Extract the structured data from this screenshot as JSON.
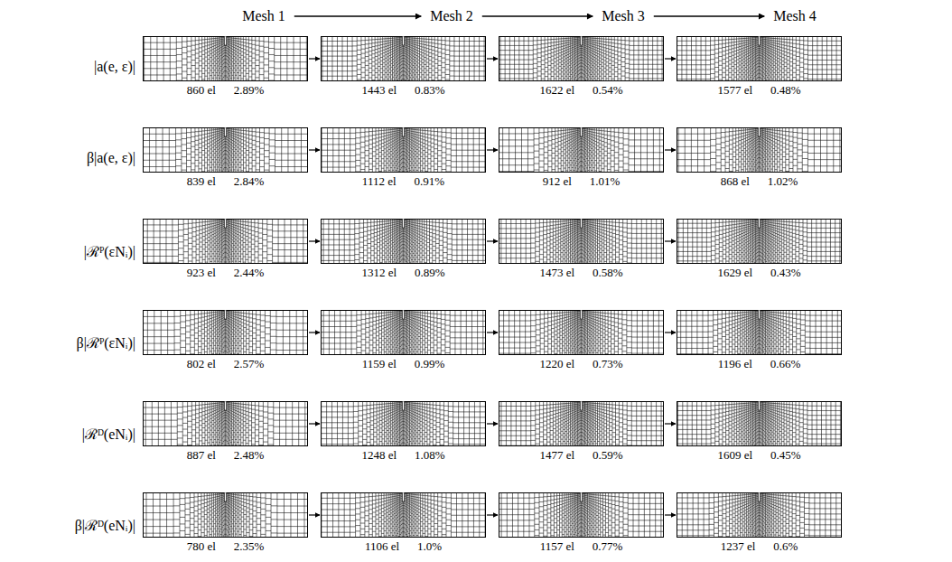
{
  "diagram": {
    "nodes": [
      {
        "text": [
          "860 el",
          "2.89%"
        ]
      },
      {
        "text": [
          "1443 el",
          "0.83%"
        ]
      },
      {
        "text": [
          "1622 el",
          "0.54%"
        ]
      },
      {
        "text": [
          "1577 el",
          "0.48%"
        ]
      },
      {
        "text": [
          "839 el",
          "2.84%"
        ]
      },
      {
        "text": [
          "1112 el",
          "0.91%"
        ]
      },
      {
        "text": [
          "912 el",
          "1.01%"
        ]
      },
      {
        "text": [
          "868 el",
          "1.02%"
        ]
      },
      {
        "text": [
          "923 el",
          "2.44%"
        ]
      },
      {
        "text": [
          "1312 el",
          "0.89%"
        ]
      },
      {
        "text": [
          "1473 el",
          "0.58%"
        ]
      },
      {
        "text": [
          "1629 el",
          "0.43%"
        ]
      },
      {
        "text": [
          "802 el",
          "2.57%"
        ]
      },
      {
        "text": [
          "1159 el",
          "0.99%"
        ]
      },
      {
        "text": [
          "1220 el",
          "0.73%"
        ]
      },
      {
        "text": [
          "1196 el",
          "0.66%"
        ]
      },
      {
        "text": [
          "887 el",
          "2.48%"
        ]
      },
      {
        "text": [
          "1248 el",
          "1.08%"
        ]
      },
      {
        "text": [
          "1477 el",
          "0.59%"
        ]
      },
      {
        "text": [
          "1609 el",
          "0.45%"
        ]
      },
      {
        "text": [
          "780 el",
          "2.35%"
        ]
      },
      {
        "text": [
          "1106 el",
          "1.0%"
        ]
      },
      {
        "text": [
          "1157 el",
          "0.77%"
        ]
      },
      {
        "text": [
          "1237 el",
          "0.6%"
        ]
      }
    ],
    "edges": [
      {
        "from": 0,
        "to": 1,
        "arrow": "to"
      },
      {
        "from": 1,
        "to": 2,
        "arrow": "to"
      },
      {
        "from": 2,
        "to": 3,
        "arrow": "to"
      },
      {
        "from": 4,
        "to": 5,
        "arrow": "to"
      },
      {
        "from": 5,
        "to": 6,
        "arrow": "to"
      },
      {
        "from": 6,
        "to": 7,
        "arrow": "to"
      },
      {
        "from": 8,
        "to": 9,
        "arrow": "to"
      },
      {
        "from": 9,
        "to": 10,
        "arrow": "to"
      },
      {
        "from": 10,
        "to": 11,
        "arrow": "to"
      },
      {
        "from": 12,
        "to": 13,
        "arrow": "to"
      },
      {
        "from": 13,
        "to": 14,
        "arrow": "to"
      },
      {
        "from": 14,
        "to": 15,
        "arrow": "to"
      },
      {
        "from": 16,
        "to": 17,
        "arrow": "to"
      },
      {
        "from": 17,
        "to": 18,
        "arrow": "to"
      },
      {
        "from": 18,
        "to": 19,
        "arrow": "to"
      },
      {
        "from": 20,
        "to": 21,
        "arrow": "to"
      },
      {
        "from": 21,
        "to": 22,
        "arrow": "to"
      },
      {
        "from": 22,
        "to": 23,
        "arrow": "to"
      }
    ],
    "labels": [
      "Mesh 1",
      "Mesh 2",
      "Mesh 3",
      "Mesh 4",
      "|a(e, ε)|",
      "β|a(e, ε)|",
      "|ℛᴾ(εNᵢ)|",
      "β|ℛᴾ(εNᵢ)|",
      "|ℛᴰ(eNᵢ)|",
      "β|ℛᴰ(eNᵢ)|"
    ]
  }
}
